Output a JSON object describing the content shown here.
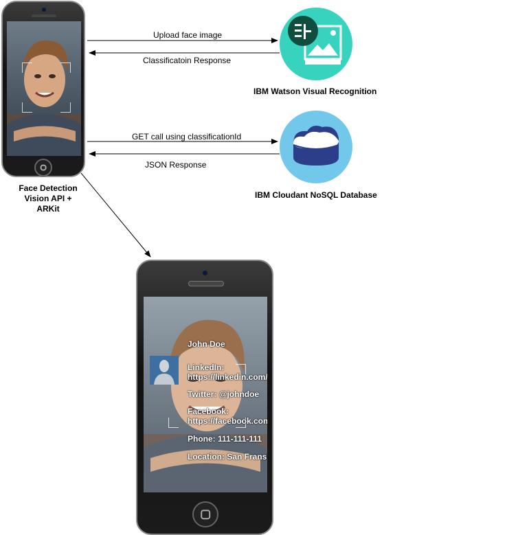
{
  "arrows": {
    "upload": "Upload face image",
    "classification": "Classificatoin Response",
    "get_call": "GET call using classificationId",
    "json": "JSON Response"
  },
  "services": {
    "watson": "IBM Watson Visual Recognition",
    "cloudant": "IBM Cloudant NoSQL Database"
  },
  "device_caption": [
    "Face Detection",
    "Vision API +",
    "ARKit"
  ],
  "profile": {
    "name": "John Doe",
    "linkedin_label": "LinkedIn:",
    "linkedin_value": "https://linkedin.com/",
    "twitter": "Twitter: @johndoe",
    "facebook_label": "Facebook:",
    "facebook_value": "https://facebook.com",
    "phone": "Phone: 111-111-111",
    "location": "Location: San Fransi"
  },
  "colors": {
    "watson": "#37d3bf",
    "watson_badge": "#0f4d3f",
    "cloudant": "#72c8ea",
    "cloudant_db": "#2c3e8a"
  }
}
